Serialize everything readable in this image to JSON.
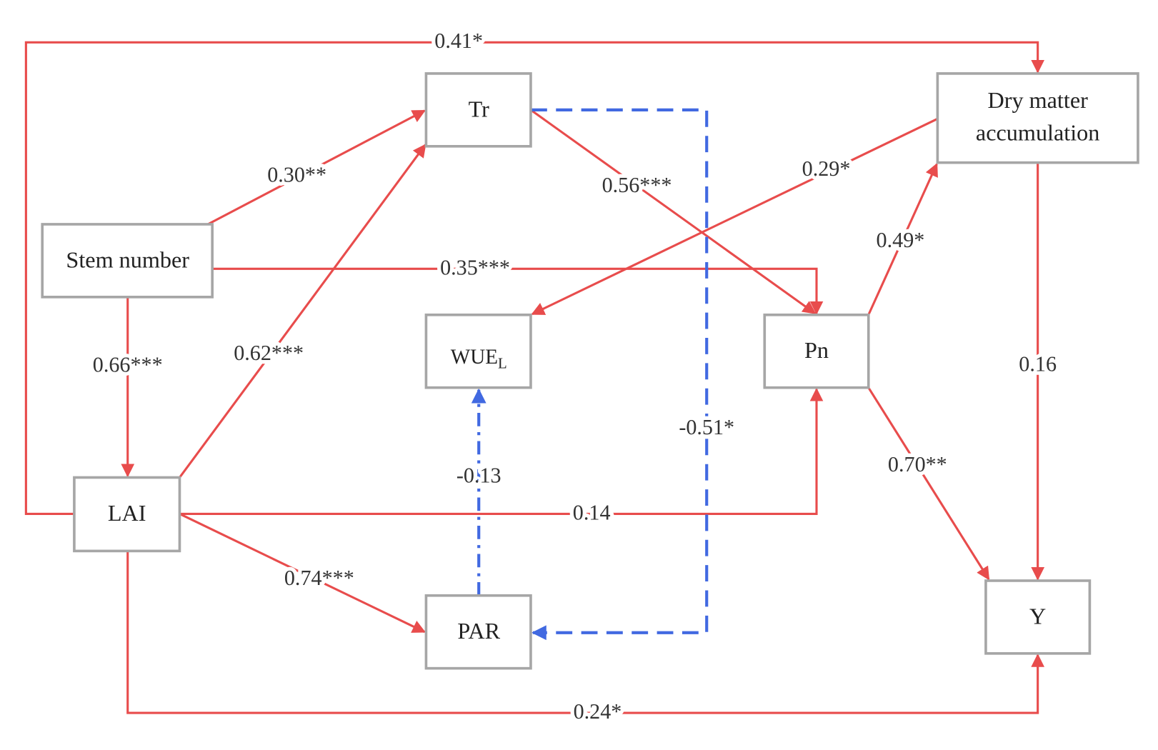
{
  "colors": {
    "positive": "#e84c4c",
    "negative": "#4169e1",
    "box_border": "#a6a6a6"
  },
  "nodes": {
    "tr": "Tr",
    "dma_line1": "Dry matter",
    "dma_line2": "accumulation",
    "stem": "Stem number",
    "wue": "WUE",
    "wue_sub": "L",
    "pn": "Pn",
    "lai": "LAI",
    "par": "PAR",
    "y": "Y"
  },
  "edges": [
    {
      "from": "LAI",
      "to": "Dry matter accumulation",
      "label": "0.41*",
      "sign": "positive"
    },
    {
      "from": "Stem number",
      "to": "Tr",
      "label": "0.30**",
      "sign": "positive"
    },
    {
      "from": "LAI",
      "to": "Tr",
      "label": "0.62***",
      "sign": "positive"
    },
    {
      "from": "Tr",
      "to": "Pn",
      "label": "0.56***",
      "sign": "positive"
    },
    {
      "from": "Dry matter accumulation",
      "to": "WUEL",
      "label": "0.29*",
      "sign": "positive"
    },
    {
      "from": "Stem number",
      "to": "Pn",
      "label": "0.35***",
      "sign": "positive"
    },
    {
      "from": "Stem number",
      "to": "LAI",
      "label": "0.66***",
      "sign": "positive"
    },
    {
      "from": "Pn",
      "to": "Dry matter accumulation",
      "label": "0.49*",
      "sign": "positive"
    },
    {
      "from": "Dry matter accumulation",
      "to": "Y",
      "label": "0.16",
      "sign": "positive"
    },
    {
      "from": "Pn",
      "to": "Y",
      "label": "0.70**",
      "sign": "positive"
    },
    {
      "from": "LAI",
      "to": "Pn",
      "label": "0.14",
      "sign": "positive"
    },
    {
      "from": "LAI",
      "to": "PAR",
      "label": "0.74***",
      "sign": "positive"
    },
    {
      "from": "LAI",
      "to": "Y",
      "label": "0.24*",
      "sign": "positive"
    },
    {
      "from": "Tr",
      "to": "PAR",
      "label": "-0.51*",
      "sign": "negative"
    },
    {
      "from": "PAR",
      "to": "WUEL",
      "label": "-0.13",
      "sign": "negative"
    }
  ]
}
